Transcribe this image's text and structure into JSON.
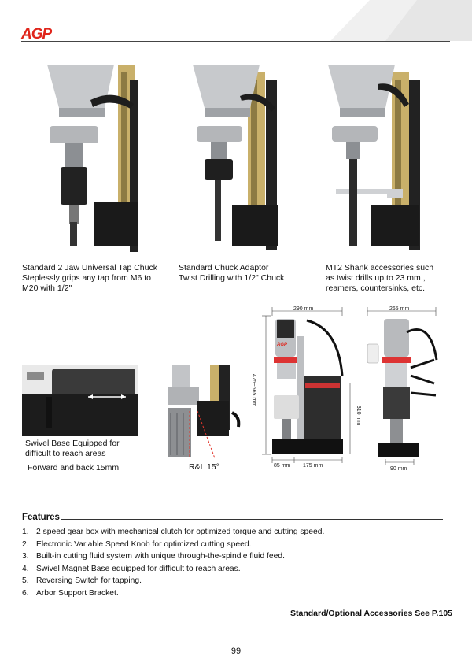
{
  "header": {
    "brand": "AGP"
  },
  "captions": [
    {
      "lines": [
        "Standard 2 Jaw Universal Tap Chuck",
        "Steplessly grips any tap from M6 to",
        "M20 with 1/2\""
      ]
    },
    {
      "lines": [
        "Standard Chuck Adaptor",
        "Twist Drilling with 1/2\" Chuck"
      ]
    },
    {
      "lines": [
        "MT2 Shank accessories such",
        "as twist drills up to 23 mm ,",
        "reamers, countersinks, etc."
      ]
    }
  ],
  "swivel": {
    "lines": [
      "Swivel Base Equipped for",
      "difficult to reach areas"
    ],
    "motion": "Forward and back 15mm",
    "tilt_label": "R&L 15°"
  },
  "dimensions": {
    "front_width": "290 mm",
    "front_height": "475~565 mm",
    "stroke": "310 mm",
    "base_left": "85 mm",
    "base_right": "175 mm",
    "side_width": "265 mm",
    "side_base": "90 mm",
    "machine_logo": "AGP"
  },
  "features": {
    "title": "Features",
    "items": [
      {
        "n": "1.",
        "text": "2 speed gear box with mechanical clutch for optimized torque and cutting speed."
      },
      {
        "n": "2.",
        "text": "Electronic Variable Speed Knob for optimized cutting speed."
      },
      {
        "n": "3.",
        "text": "Built-in cutting fluid system with unique through-the-spindle fluid feed."
      },
      {
        "n": "4.",
        "text": "Swivel Magnet Base equipped for difficult to reach areas."
      },
      {
        "n": "5.",
        "text": "Reversing Switch for tapping."
      },
      {
        "n": "6.",
        "text": "Arbor Support Bracket."
      }
    ]
  },
  "accessories_note": "Standard/Optional  Accessories See P.105",
  "page_number": "99"
}
